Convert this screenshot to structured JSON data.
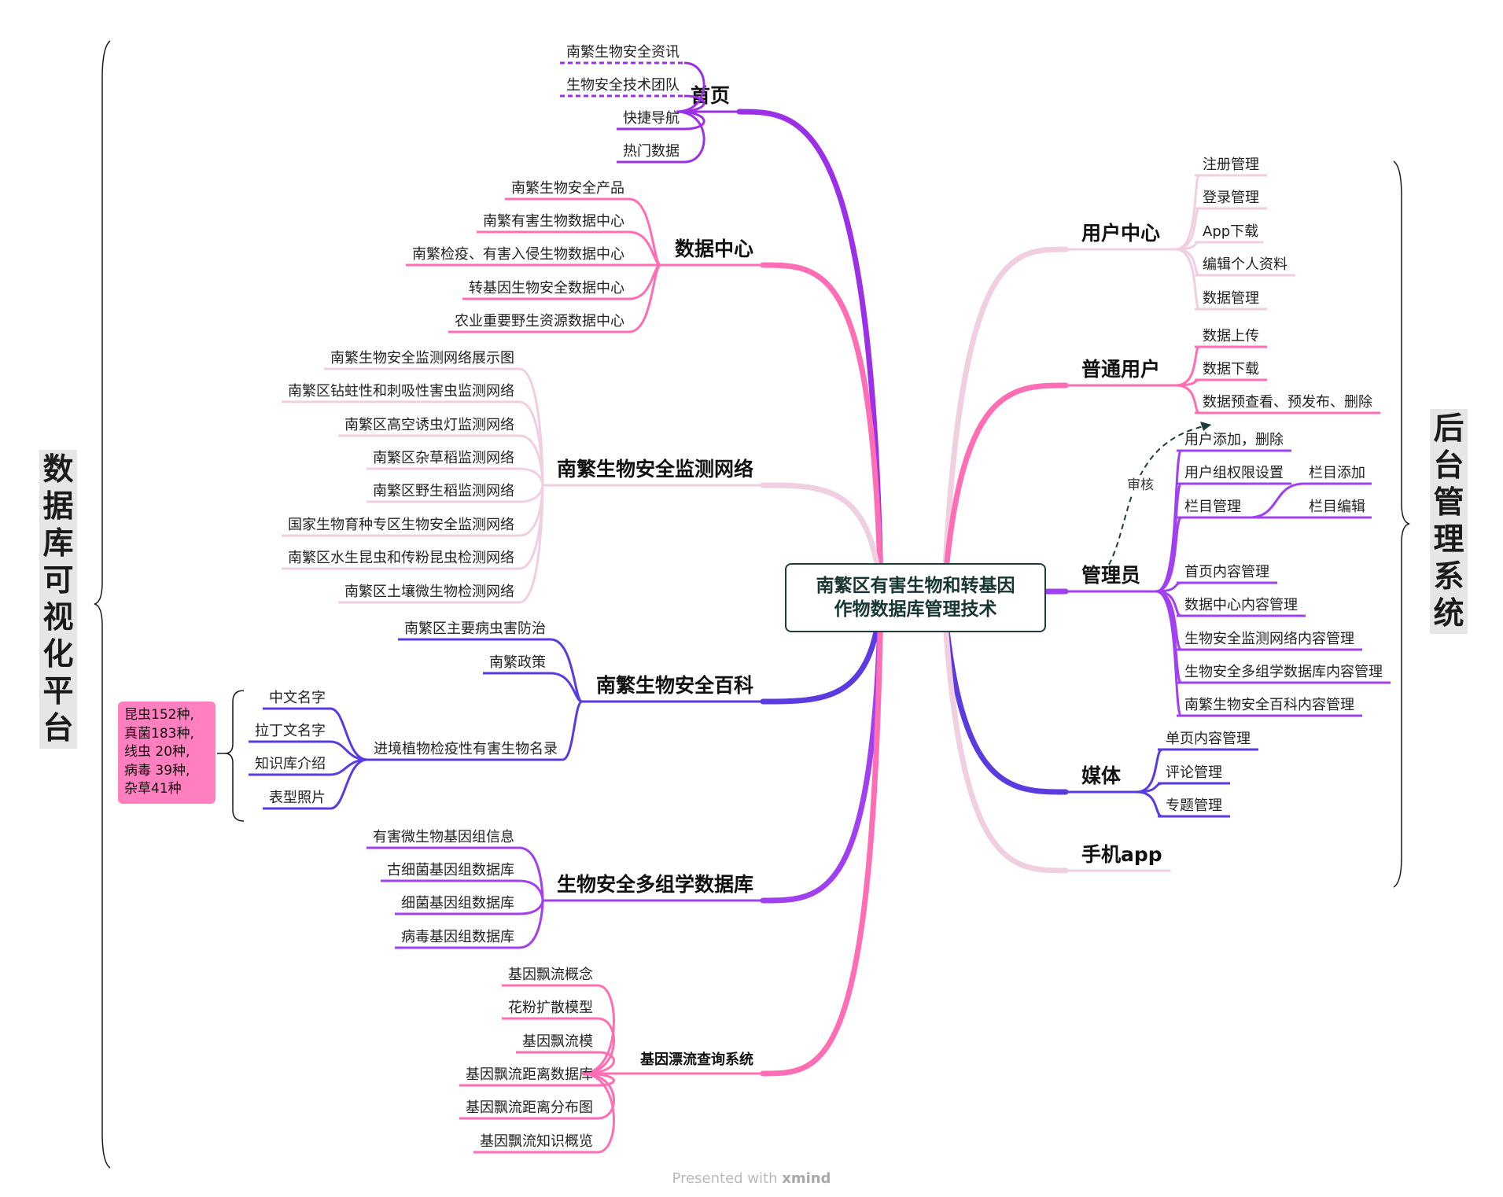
{
  "root": {
    "line1": "南繁区有害生物和转基因",
    "line2": "作物数据库管理技术"
  },
  "left_label": [
    "数",
    "据",
    "库",
    "可",
    "视",
    "化",
    "平",
    "台"
  ],
  "right_label": [
    "后",
    "台",
    "管",
    "理",
    "系",
    "统"
  ],
  "note": [
    "昆虫152种,",
    "真菌183种,",
    "线虫 20种,",
    "病毒 39种,",
    "杂草41种"
  ],
  "credit": {
    "prefix": "Presented with ",
    "brand": "xmind"
  },
  "colors": {
    "purple": "#9b30e6",
    "pink": "#ff6eb4",
    "light": "#f0cfe0",
    "indigo": "#5b3be0",
    "violet": "#a040f0",
    "dark": "#1f3d3b"
  },
  "left_branches": [
    {
      "label": "首页",
      "color": "purple",
      "leaves": [
        "南繁生物安全资讯",
        "生物安全技术团队",
        "快捷导航",
        "热门数据"
      ],
      "dashed": [
        true,
        true,
        false,
        false
      ]
    },
    {
      "label": "数据中心",
      "color": "pink",
      "leaves": [
        "南繁生物安全产品",
        "南繁有害生物数据中心",
        "南繁检疫、有害入侵生物数据中心",
        "转基因生物安全数据中心",
        "农业重要野生资源数据中心"
      ]
    },
    {
      "label": "南繁生物安全监测网络",
      "color": "light",
      "leaves": [
        "南繁生物安全监测网络展示图",
        "南繁区钻蛀性和刺吸性害虫监测网络",
        "南繁区高空诱虫灯监测网络",
        "南繁区杂草稻监测网络",
        "南繁区野生稻监测网络",
        "国家生物育种专区生物安全监测网络",
        "南繁区水生昆虫和传粉昆虫检测网络",
        "南繁区土壤微生物检测网络"
      ]
    },
    {
      "label": "南繁生物安全百科",
      "color": "indigo",
      "leaves": [
        "南繁区主要病虫害防治",
        "南繁政策"
      ],
      "sub": {
        "label": "进境植物检疫性有害生物名录",
        "leaves": [
          "中文名字",
          "拉丁文名字",
          "知识库介绍",
          "表型照片"
        ]
      }
    },
    {
      "label": "生物安全多组学数据库",
      "color": "violet",
      "leaves": [
        "有害微生物基因组信息",
        "古细菌基因组数据库",
        "细菌基因组数据库",
        "病毒基因组数据库"
      ]
    },
    {
      "label": "基因漂流查询系统",
      "color": "pink",
      "leaves": [
        "基因飘流概念",
        "花粉扩散模型",
        "基因飘流模",
        "基因飘流距离数据库",
        "基因飘流距离分布图",
        "基因飘流知识概览"
      ]
    }
  ],
  "right_branches": [
    {
      "label": "用户中心",
      "color": "light",
      "leaves": [
        "注册管理",
        "登录管理",
        "App下载",
        "编辑个人资料",
        "数据管理"
      ]
    },
    {
      "label": "普通用户",
      "color": "pink",
      "leaves": [
        "数据上传",
        "数据下载",
        "数据预查看、预发布、删除"
      ]
    },
    {
      "label": "管理员",
      "color": "violet",
      "leaves": [
        "用户添加，删除",
        "用户组权限设置",
        "栏目管理",
        "首页内容管理",
        "数据中心内容管理",
        "生物安全监测网络内容管理",
        "生物安全多组学数据库内容管理",
        "南繁生物安全百科内容管理"
      ],
      "column_sub": [
        "栏目添加",
        "栏目编辑"
      ]
    },
    {
      "label": "媒体",
      "color": "indigo",
      "leaves": [
        "单页内容管理",
        "评论管理",
        "专题管理"
      ]
    },
    {
      "label": "手机app",
      "color": "light",
      "leaves": []
    }
  ],
  "relation_label": "审核"
}
